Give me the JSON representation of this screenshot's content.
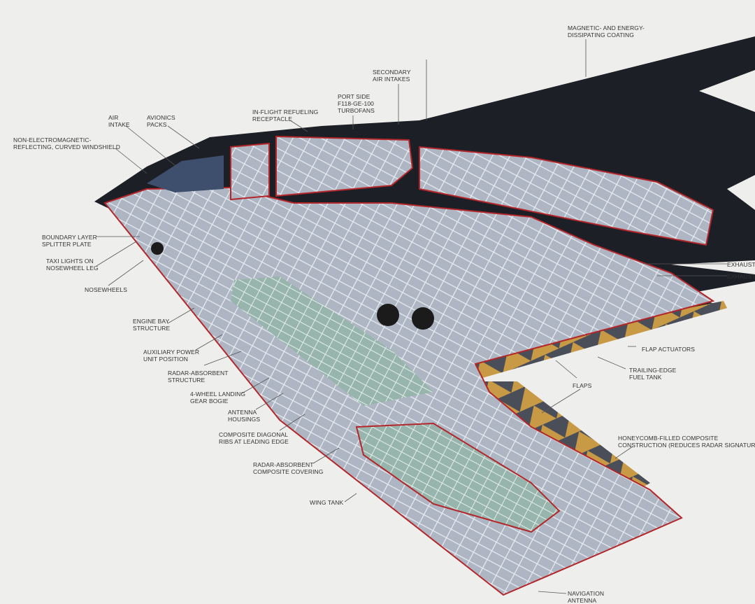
{
  "title": "Stealth bomber cutaway",
  "colors": {
    "background": "#eeeeec",
    "skin": "#1d1f26",
    "structure": "#b9c0cc",
    "tank": "#9fb8b0",
    "cut_edge": "#b3262a",
    "flap_orange": "#c99a45",
    "flap_grey": "#4a4e58"
  },
  "labels": [
    {
      "id": "magnetic-coating",
      "text": "MAGNETIC- AND ENERGY-\nDISSIPATING COATING"
    },
    {
      "id": "secondary-air-intakes",
      "text": "SECONDARY\nAIR INTAKES"
    },
    {
      "id": "port-side-turbofans",
      "text": "PORT SIDE\nF118-GE-100\nTURBOFANS"
    },
    {
      "id": "refueling-receptacle",
      "text": "IN-FLIGHT REFUELING\nRECEPTACLE"
    },
    {
      "id": "air-intake",
      "text": "AIR\nINTAKE"
    },
    {
      "id": "avionics-packs",
      "text": "AVIONICS\nPACKS"
    },
    {
      "id": "windshield",
      "text": "NON-ELECTROMAGNETIC-\nREFLECTING, CURVED WINDSHIELD"
    },
    {
      "id": "boundary-layer",
      "text": "BOUNDARY LAYER\nSPLITTER PLATE"
    },
    {
      "id": "taxi-lights",
      "text": "TAXI LIGHTS ON\nNOSEWHEEL LEG"
    },
    {
      "id": "nosewheels",
      "text": "NOSEWHEELS"
    },
    {
      "id": "engine-bay",
      "text": "ENGINE BAY\nSTRUCTURE"
    },
    {
      "id": "apu",
      "text": "AUXILIARY POWER\nUNIT POSITION"
    },
    {
      "id": "radar-absorbent-structure",
      "text": "RADAR-ABSORBENT\nSTRUCTURE"
    },
    {
      "id": "landing-gear",
      "text": "4-WHEEL LANDING\nGEAR BOGIE"
    },
    {
      "id": "antenna-housings",
      "text": "ANTENNA\nHOUSINGS"
    },
    {
      "id": "diagonal-ribs",
      "text": "COMPOSITE DIAGONAL\nRIBS AT LEADING EDGE"
    },
    {
      "id": "radar-absorbent-covering",
      "text": "RADAR-ABSORBENT\nCOMPOSITE COVERING"
    },
    {
      "id": "wing-tank",
      "text": "WING TANK"
    },
    {
      "id": "exhaust-1",
      "text": "EXHAUST C"
    },
    {
      "id": "exhaust-2",
      "text": "EXHAUST E"
    },
    {
      "id": "flap-actuators",
      "text": "FLAP ACTUATORS"
    },
    {
      "id": "trailing-edge-tank",
      "text": "TRAILING-EDGE\nFUEL TANK"
    },
    {
      "id": "flaps",
      "text": "FLAPS"
    },
    {
      "id": "honeycomb",
      "text": "HONEYCOMB-FILLED COMPOSITE\nCONSTRUCTION (REDUCES RADAR SIGNATURE)"
    },
    {
      "id": "navigation-antenna",
      "text": "NAVIGATION\nANTENNA"
    }
  ]
}
